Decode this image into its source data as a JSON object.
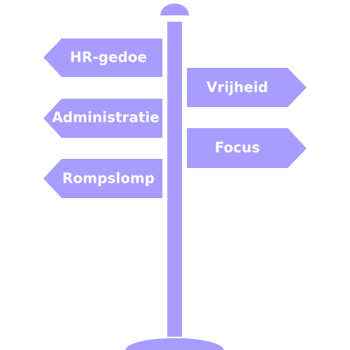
{
  "colors": {
    "sign_fill": "#A99CFF",
    "post_fill": "#A99CFF",
    "text": "#ffffff",
    "background": "#ffffff"
  },
  "signs": {
    "left": [
      {
        "label": "HR-gedoe"
      },
      {
        "label": "Administratie"
      },
      {
        "label": "Rompslomp"
      }
    ],
    "right": [
      {
        "label": "Vrijheid"
      },
      {
        "label": "Focus"
      }
    ]
  }
}
